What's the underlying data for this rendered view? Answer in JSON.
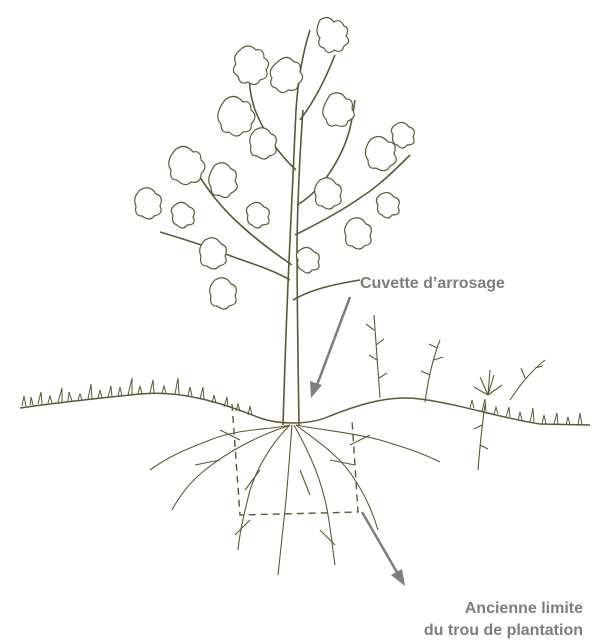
{
  "labels": {
    "watering_basin": "Cuvette d’arrosage",
    "hole_limit_line1": "Ancienne limite",
    "hole_limit_line2": "du trou de plantation"
  },
  "colors": {
    "ink": "#5a5a32",
    "leaf_fill": "#ffffff",
    "label_text": "#7d7d7d",
    "arrow": "#7d7d7d"
  }
}
